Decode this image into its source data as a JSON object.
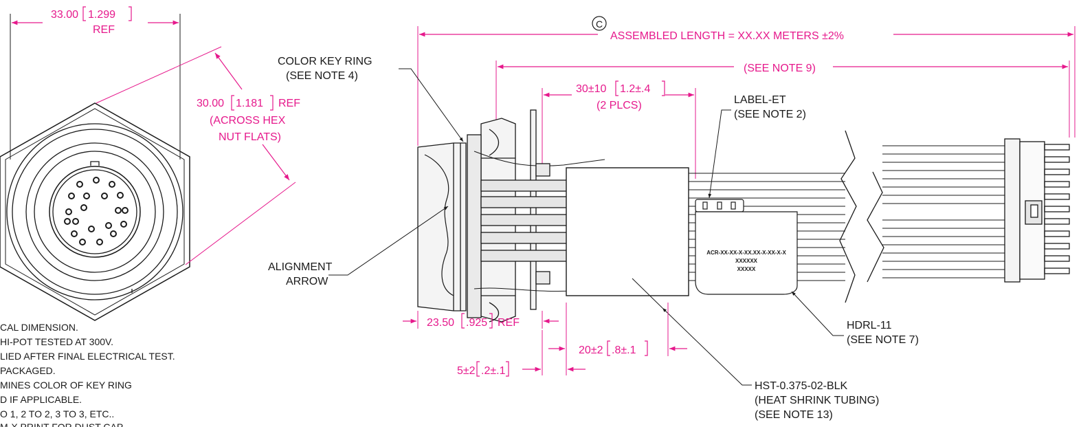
{
  "colors": {
    "dimension": "#e6198c",
    "linework": "#1a1a1a",
    "background": "#ffffff"
  },
  "end_view": {
    "dim_width": {
      "value": "33.00",
      "alt": "1.299",
      "suffix": "REF"
    },
    "dim_hex": {
      "value": "30.00",
      "alt": "1.181",
      "suffix": "REF",
      "note1": "(ACROSS HEX",
      "note2": "NUT FLATS)"
    }
  },
  "header": {
    "critical_symbol": "C",
    "assembled_length": "ASSEMBLED LENGTH = XX.XX METERS ±2%",
    "see_note_9": "(SEE NOTE 9)"
  },
  "dims": {
    "shrink_pos": {
      "value": "30±10",
      "alt": "1.2±.4",
      "sub": "(2 PLCS)"
    },
    "flange": {
      "value": "23.50",
      "alt": ".925",
      "suffix": "REF"
    },
    "shrink_len": {
      "value": "20±2",
      "alt": ".8±.1"
    },
    "gap": {
      "value": "5±2",
      "alt": ".2±.1"
    }
  },
  "callouts": {
    "color_key_1": "COLOR KEY RING",
    "color_key_2": "(SEE NOTE 4)",
    "alignment_1": "ALIGNMENT",
    "alignment_2": "ARROW",
    "label_1": "LABEL-ET",
    "label_2": "(SEE NOTE 2)",
    "hdrl_1": "HDRL-11",
    "hdrl_2": "(SEE NOTE 7)",
    "hst_1": "HST-0.375-02-BLK",
    "hst_2": "(HEAT SHRINK TUBING)",
    "hst_3": "(SEE NOTE 13)"
  },
  "label_text": {
    "line1": "ACR-XX-XX-X-XX.XX-X-XX-X-X",
    "line2": "XXXXXX",
    "line3": "XXXXX"
  },
  "notes": [
    "CAL DIMENSION.",
    "HI-POT TESTED AT 300V.",
    "LIED AFTER FINAL ELECTRICAL TEST.",
    " PACKAGED.",
    "MINES COLOR OF KEY RING",
    "D IF APPLICABLE.",
    "O 1, 2 TO 2, 3 TO 3, ETC..",
    "M-X PRINT FOR DUST CAP"
  ]
}
